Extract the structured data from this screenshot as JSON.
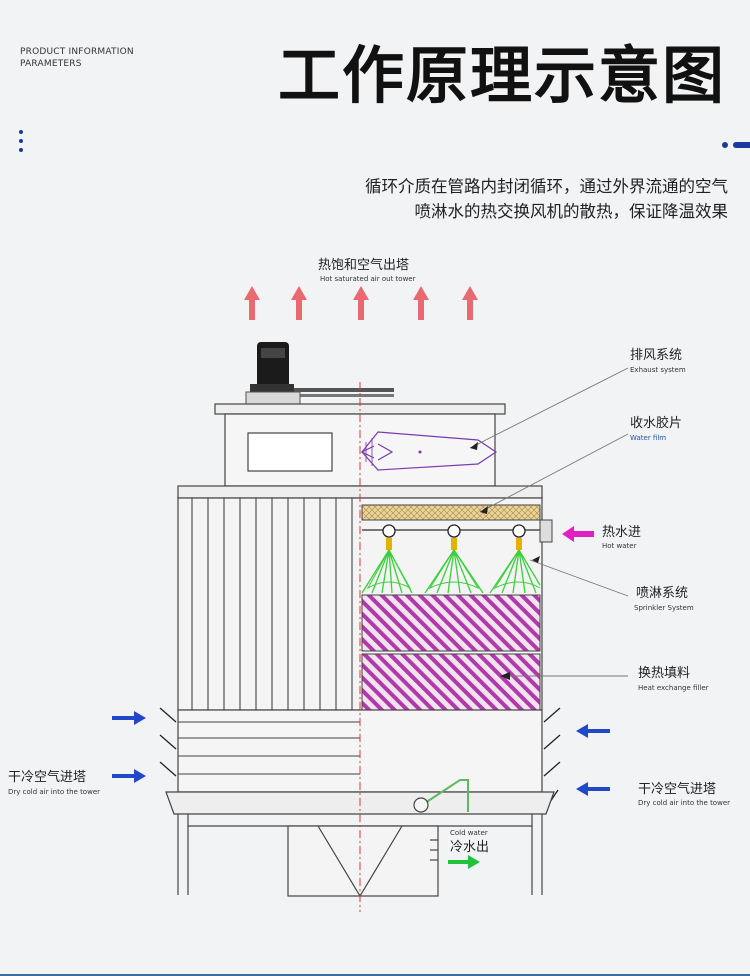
{
  "header": {
    "small_line1": "PRODUCT INFORMATION",
    "small_line2": "PARAMETERS",
    "title": "工作原理示意图",
    "desc_line1": "循环介质在管路内封闭循环，通过外界流通的空气",
    "desc_line2": "喷淋水的热交换风机的散热，保证降温效果"
  },
  "labels": {
    "top_cn": "热饱和空气出塔",
    "top_en": "Hot saturated air out tower",
    "exhaust_cn": "排风系统",
    "exhaust_en": "Exhaust system",
    "waterfilm_cn": "收水胶片",
    "waterfilm_en": "Water film",
    "hotwater_cn": "热水进",
    "hotwater_en": "Hot water",
    "sprinkler_cn": "喷淋系统",
    "sprinkler_en": "Sprinkler System",
    "filler_cn": "换热填料",
    "filler_en": "Heat exchange filler",
    "left_air_cn": "干冷空气进塔",
    "left_air_en": "Dry cold air into the tower",
    "right_air_cn": "干冷空气进塔",
    "right_air_en": "Dry cold air into the tower",
    "coldwater_en": "Cold water",
    "coldwater_cn": "冷水出"
  },
  "colors": {
    "up_arrow": "#e86a70",
    "blue_arrow": "#1f49c9",
    "hot_arrow": "#e020c0",
    "cold_arrow": "#22c33a",
    "spray": "#3bd03b",
    "filler": "#b03aa8",
    "centerline": "#d43a3a"
  }
}
